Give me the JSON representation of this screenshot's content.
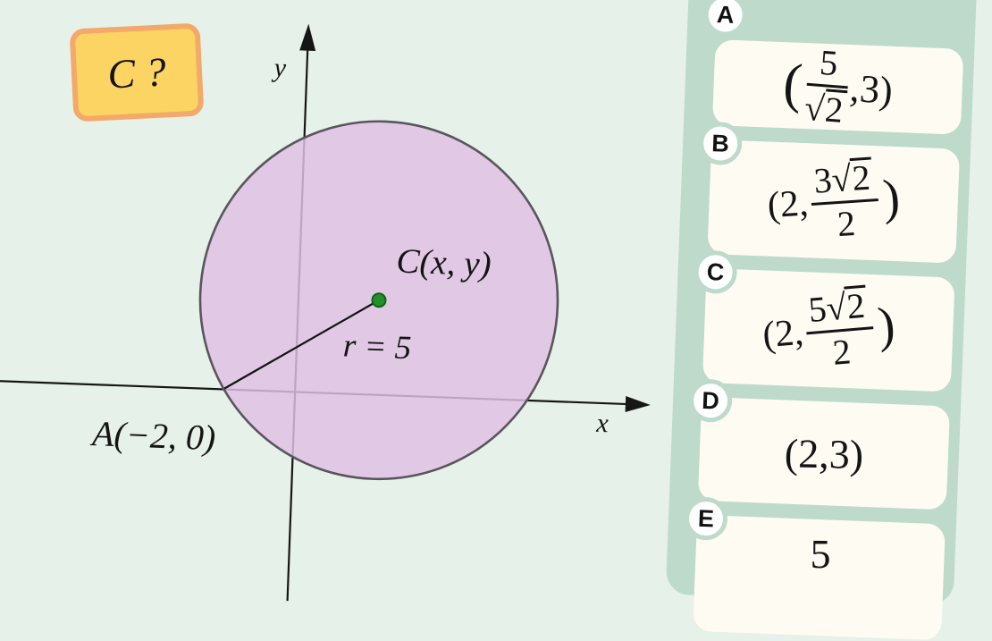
{
  "colors": {
    "background": "#e6f1e9",
    "panel": "#bedacb",
    "card": "#fdfbf2",
    "question_fill": "#fcd463",
    "question_border": "#f3a96a",
    "circle_fill": "#e0c0e2",
    "circle_stroke": "#59555d",
    "center_dot": "#23912a",
    "ink": "#141414"
  },
  "question_box": {
    "label": "C ?"
  },
  "diagram": {
    "y_axis_label": "y",
    "x_axis_label": "x",
    "center_label": "C(x, y)",
    "radius_label": "r = 5",
    "point_label": "A(−2, 0)"
  },
  "answers": {
    "options": [
      {
        "letter": "A",
        "math": {
          "open": "(",
          "num": "5",
          "den_sign": "√",
          "den_rad": "2",
          "tail": ",3)"
        }
      },
      {
        "letter": "B",
        "math": {
          "lead": "(2,",
          "num_coef": "3",
          "num_sign": "√",
          "num_rad": "2",
          "den": "2",
          "close": ")"
        }
      },
      {
        "letter": "C",
        "math": {
          "lead": "(2, ",
          "num_coef": "5",
          "num_sign": "√",
          "num_rad": "2",
          "den": "2",
          "close": ")"
        }
      },
      {
        "letter": "D",
        "math": {
          "text": "(2,3)"
        }
      },
      {
        "letter": "E",
        "math": {
          "partial": "5"
        }
      }
    ]
  }
}
